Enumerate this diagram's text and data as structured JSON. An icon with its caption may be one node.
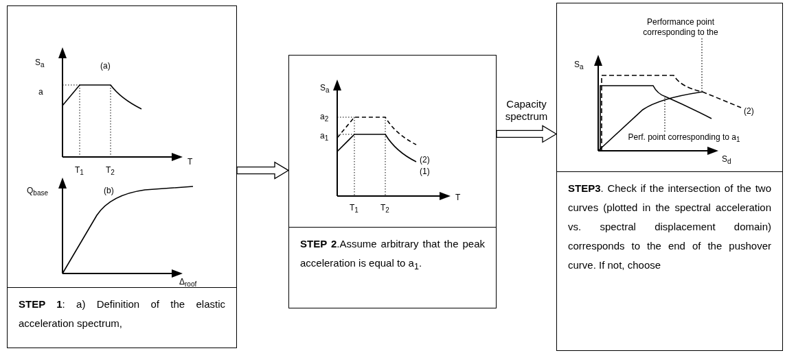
{
  "diagram": {
    "nodes": [
      {
        "text": [
          "**STEP 1**: a) Definition of the elastic acceleration spectrum,"
        ]
      },
      {
        "text": [
          "**STEP 2**.Assume arbitrary that the peak acceleration is equal to a$_{1}$."
        ]
      },
      {
        "text": [
          "**STEP3**. Check if the intersection of the two curves (plotted in the spectral acceleration vs. spectral displacement domain) corresponds to the end of the pushover curve. If not, choose"
        ]
      },
      {
        "text": [
          "Performance point corresponding to the"
        ],
        "in": 2
      },
      {
        "text": [
          "Perf. point corresponding to a$_{1}$"
        ],
        "in": 2
      }
    ],
    "edges": [
      {
        "from": 0,
        "to": 1,
        "arrow": "to"
      },
      {
        "from": 1,
        "to": 2,
        "arrow": "to",
        "label": "Capacity spectrum"
      },
      {
        "from": 3,
        "to": null,
        "arrow": "none",
        "style": "dashed"
      },
      {
        "from": 4,
        "to": null,
        "arrow": "none",
        "style": "dashed"
      }
    ],
    "labels": [
      "S$_{a}$",
      "(a)",
      "a",
      "T",
      "T$_{1}$",
      "T$_{2}$",
      "Q$_{base}$",
      "(b)",
      "Δ$_{roof}$",
      "S$_{a}$",
      "a$_{2}$",
      "a$_{1}$",
      "(2)",
      "(1)",
      "T",
      "T$_{1}$",
      "T$_{2}$",
      "S$_{a}$",
      "(2)",
      "S$_{d}$"
    ]
  }
}
